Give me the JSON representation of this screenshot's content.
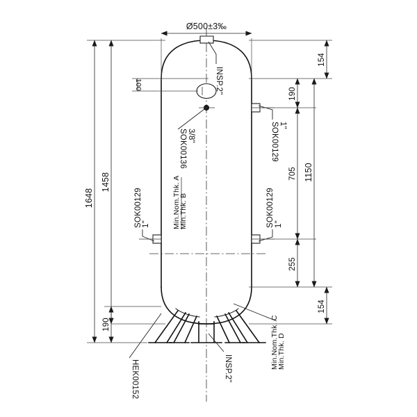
{
  "drawing": {
    "title": "Pressure vessel elevation drawing",
    "type": "engineering-technical-drawing",
    "units": "mm",
    "line_color": "#1a1a1a",
    "background": "#ffffff"
  },
  "dimensions": {
    "diameter": "Ø500±3‰",
    "top_head_height": "154",
    "nozzle_offset_100": "100",
    "upper_nozzle_190": "190",
    "upper_span_705": "705",
    "overall_shell_1150": "1150",
    "lower_span_255": "255",
    "bottom_head_height": "154",
    "leg_height_190": "190",
    "left_inner_1458": "1458",
    "left_outer_1648": "1648"
  },
  "labels": {
    "top_inspection": "INSP.2\"",
    "bottom_inspection": "INSP.2\"",
    "drain_size": "3/8\"",
    "drain_tag": "SOK00136",
    "nozzle_size_upper_right": "1\"",
    "nozzle_tag_upper_right": "SOK00129",
    "nozzle_size_lower_right": "1\"",
    "nozzle_tag_lower_right": "SOK00129",
    "nozzle_size_lower_left": "1\"",
    "nozzle_tag_lower_left": "SOK00129",
    "leg_tag": "HEK00152",
    "thickness_a": "Min.Nom.Thk. A",
    "thickness_b": "Min.Thk. B",
    "thickness_c": "Min.Nom.Thk. C",
    "thickness_d": "Min.Thk. D"
  }
}
